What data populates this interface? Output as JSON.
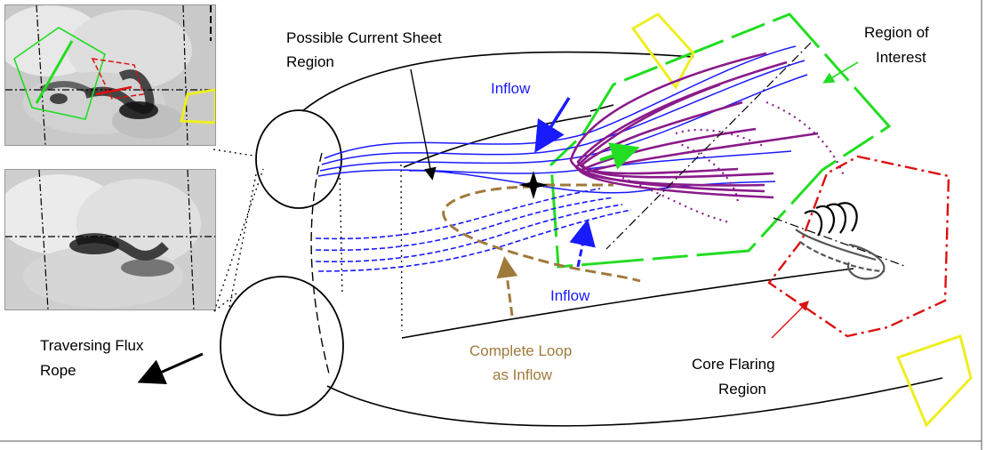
{
  "labels": {
    "current_sheet": [
      "Possible Current Sheet",
      "Region"
    ],
    "region_of_interest": [
      "Region of",
      "Interest"
    ],
    "inflow_top": "Inflow",
    "inflow_bottom": "Inflow",
    "complete_loop": [
      "Complete Loop",
      "as Inflow"
    ],
    "core_flaring": [
      "Core Flaring",
      "Region"
    ],
    "traversing_flux_rope": [
      "Traversing Flux",
      "Rope"
    ]
  },
  "colors": {
    "region_of_interest": "#22dd22",
    "core_flaring": "#dd1111",
    "inflow": "#1a1aff",
    "complete_loop": "#a07a3c",
    "purple_loops": "#8a1a8a",
    "yellow_box": "#eeee22",
    "text_blue": "#1a1aff",
    "text_green": "#22cc22",
    "text_red": "#dd1111",
    "text_brown": "#a07a3c"
  },
  "icons": {
    "star": "black-star-icon",
    "arrows": "arrow-icon"
  }
}
